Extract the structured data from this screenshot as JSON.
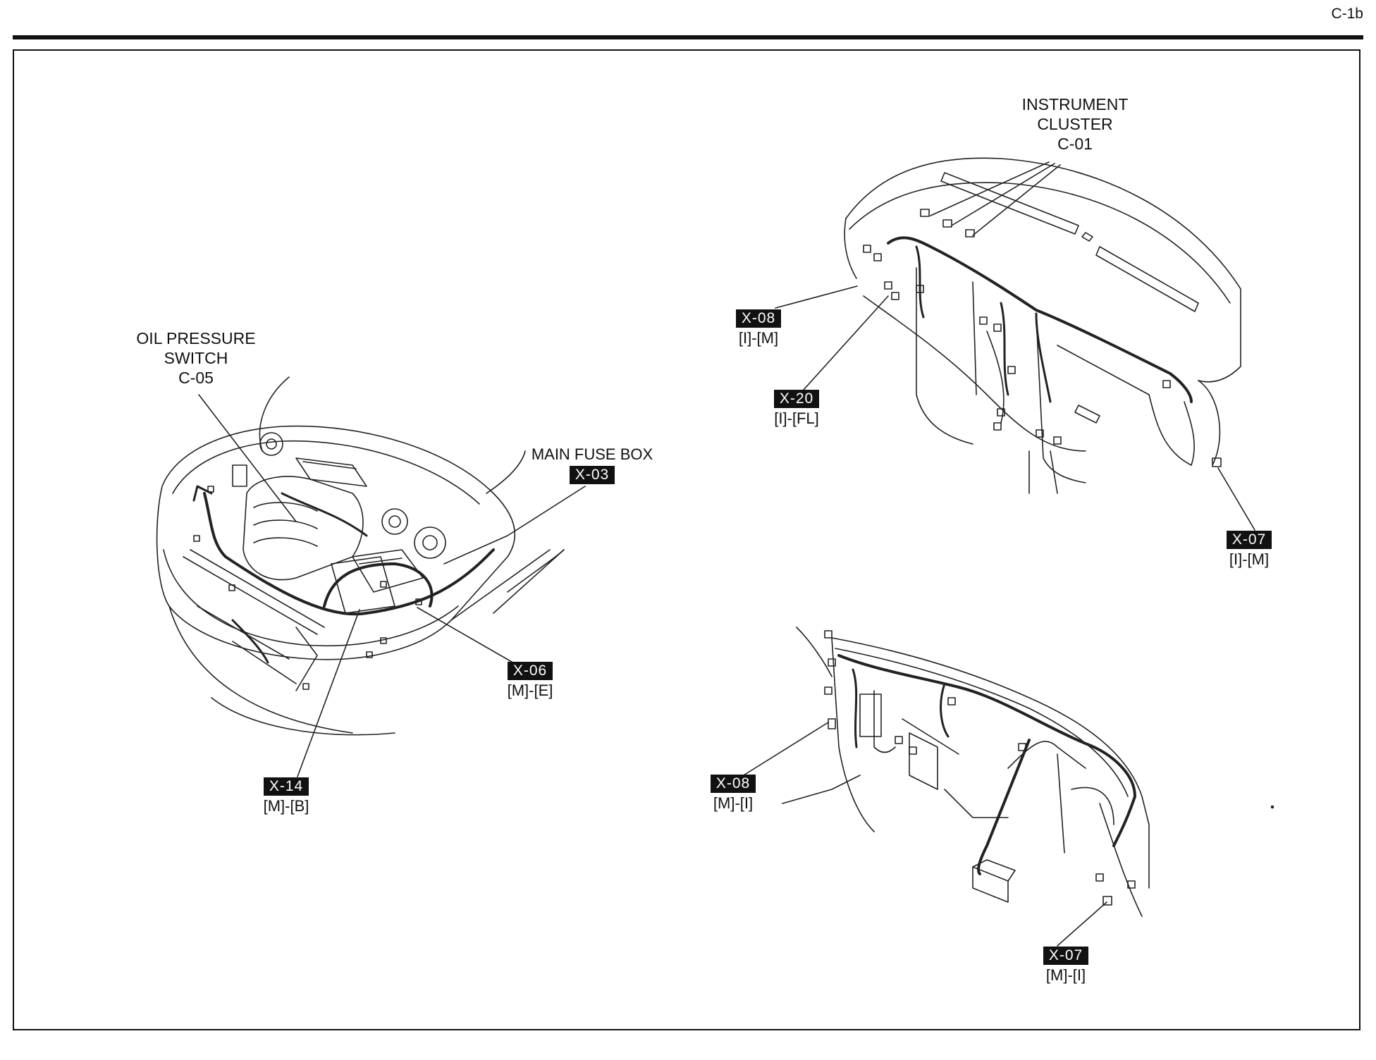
{
  "page_id": "C-1b",
  "labels": {
    "instrument_cluster": {
      "line1": "INSTRUMENT",
      "line2": "CLUSTER",
      "code": "C-01"
    },
    "oil_pressure_switch": {
      "line1": "OIL PRESSURE",
      "line2": "SWITCH",
      "code": "C-05"
    },
    "main_fuse_box": {
      "text": "MAIN FUSE BOX",
      "code": "X-03"
    }
  },
  "connectors": {
    "x06": {
      "code": "X-06",
      "sub": "[M]-[E]"
    },
    "x14": {
      "code": "X-14",
      "sub": "[M]-[B]"
    },
    "x08_top": {
      "code": "X-08",
      "sub": "[I]-[M]"
    },
    "x20": {
      "code": "X-20",
      "sub": "[I]-[FL]"
    },
    "x07_top": {
      "code": "X-07",
      "sub": "[I]-[M]"
    },
    "x08_bottom": {
      "code": "X-08",
      "sub": "[M]-[I]"
    },
    "x07_bottom": {
      "code": "X-07",
      "sub": "[M]-[I]"
    }
  }
}
